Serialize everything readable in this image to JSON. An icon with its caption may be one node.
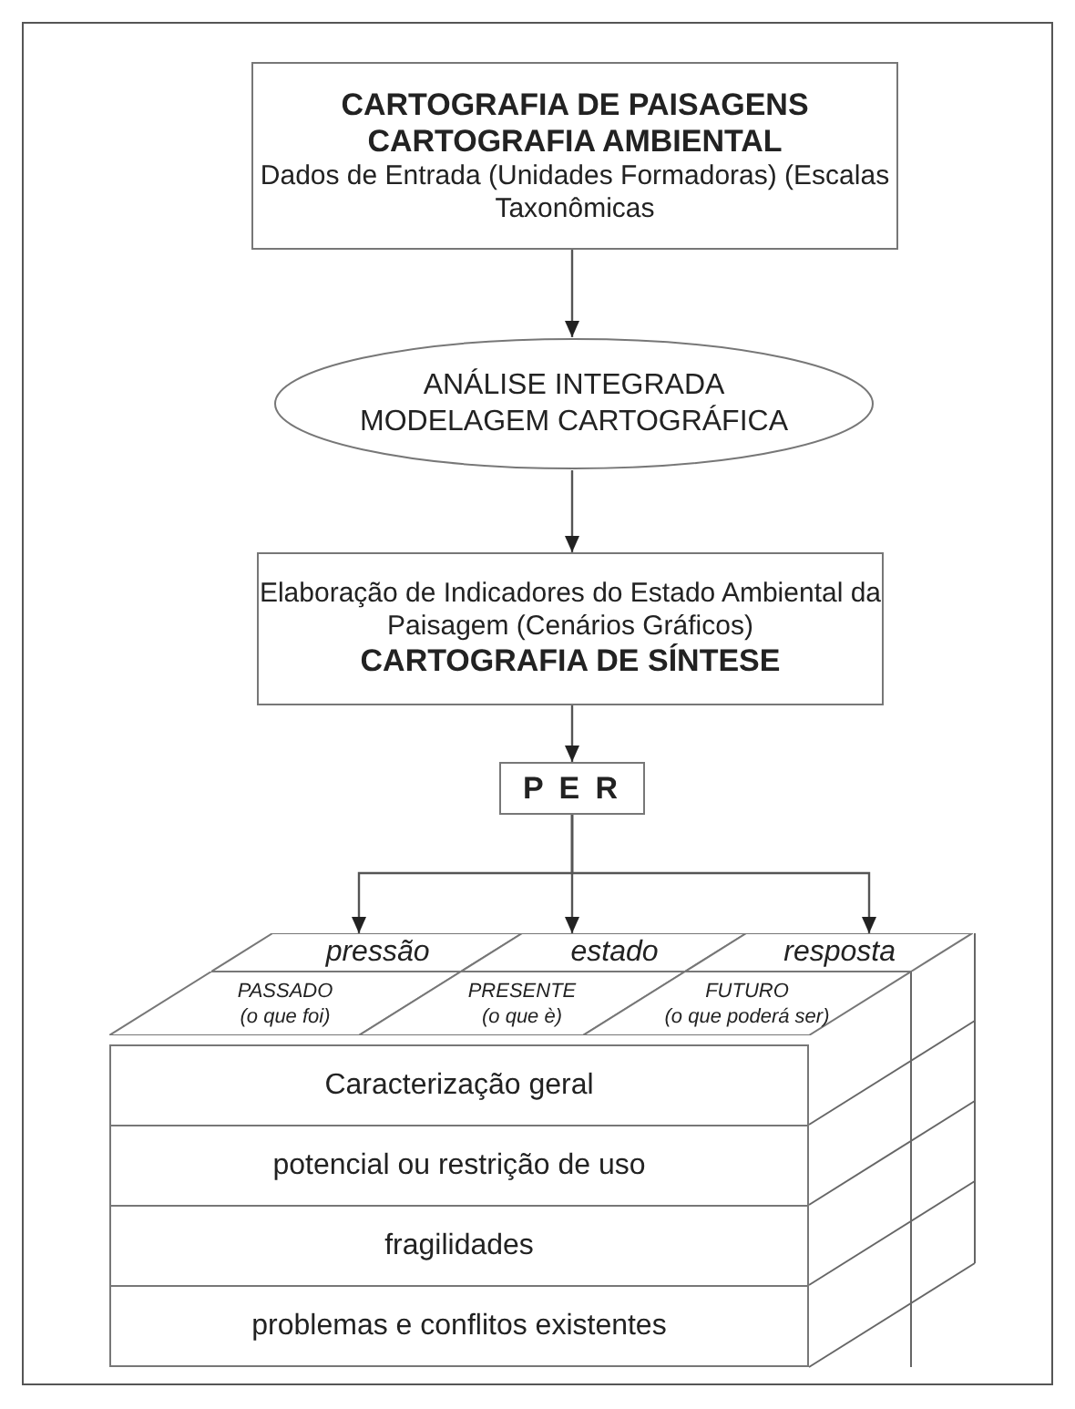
{
  "diagram": {
    "nodes": [
      {
        "text": [
          "CARTOGRAFIA DE PAISAGENS CARTOGRAFIA AMBIENTAL",
          "Dados de Entrada (Unidades Formadoras) (Escalas Taxonômicas"
        ]
      },
      {
        "text": [
          "ANÁLISE INTEGRADA MODELAGEM CARTOGRÁFICA"
        ]
      },
      {
        "text": [
          "Elaboração de Indicadores do Estado Ambiental da Paisagem (Cenários Gráficos)",
          "CARTOGRAFIA DE SÍNTESE"
        ]
      },
      {
        "text": [
          "P E R"
        ]
      },
      {
        "text": [
          "pressão"
        ]
      },
      {
        "text": [
          "estado"
        ]
      },
      {
        "text": [
          "resposta"
        ]
      },
      {
        "text": [
          "PASSADO",
          "(o que foi)"
        ]
      },
      {
        "text": [
          "PRESENTE",
          "(o que è)"
        ]
      },
      {
        "text": [
          "FUTURO",
          "(o que poderá ser)"
        ]
      },
      {
        "text": [
          "Caracterização geral"
        ]
      },
      {
        "text": [
          "potencial ou restrição de uso"
        ]
      },
      {
        "text": [
          "fragilidades"
        ]
      },
      {
        "text": [
          "problemas e conflitos existentes"
        ]
      }
    ],
    "edges": [
      {
        "from": 0,
        "to": 1,
        "arrow": "to"
      },
      {
        "from": 1,
        "to": 2,
        "arrow": "to"
      },
      {
        "from": 2,
        "to": 3,
        "arrow": "to"
      },
      {
        "from": 3,
        "to": 4,
        "arrow": "to"
      },
      {
        "from": 3,
        "to": 5,
        "arrow": "to"
      },
      {
        "from": 3,
        "to": 6,
        "arrow": "to"
      }
    ]
  }
}
